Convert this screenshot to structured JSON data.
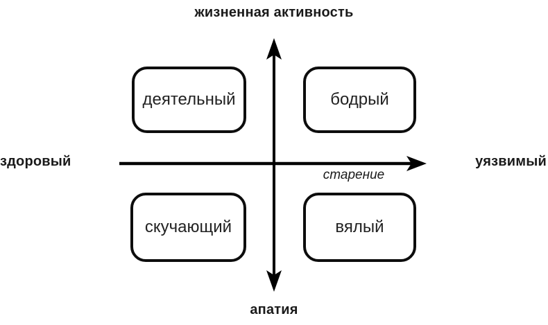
{
  "diagram": {
    "title_top": "жизненная активность",
    "label_bottom": "апатия",
    "label_left": "здоровый",
    "label_right": "уязвимый",
    "axis_annotation": "старение",
    "axis_color": "#000000",
    "quadrants": [
      {
        "position": "top-left",
        "label": "деятельный"
      },
      {
        "position": "top-right",
        "label": "бодрый"
      },
      {
        "position": "bottom-left",
        "label": "скучающий"
      },
      {
        "position": "bottom-right",
        "label": "вялый"
      }
    ]
  }
}
